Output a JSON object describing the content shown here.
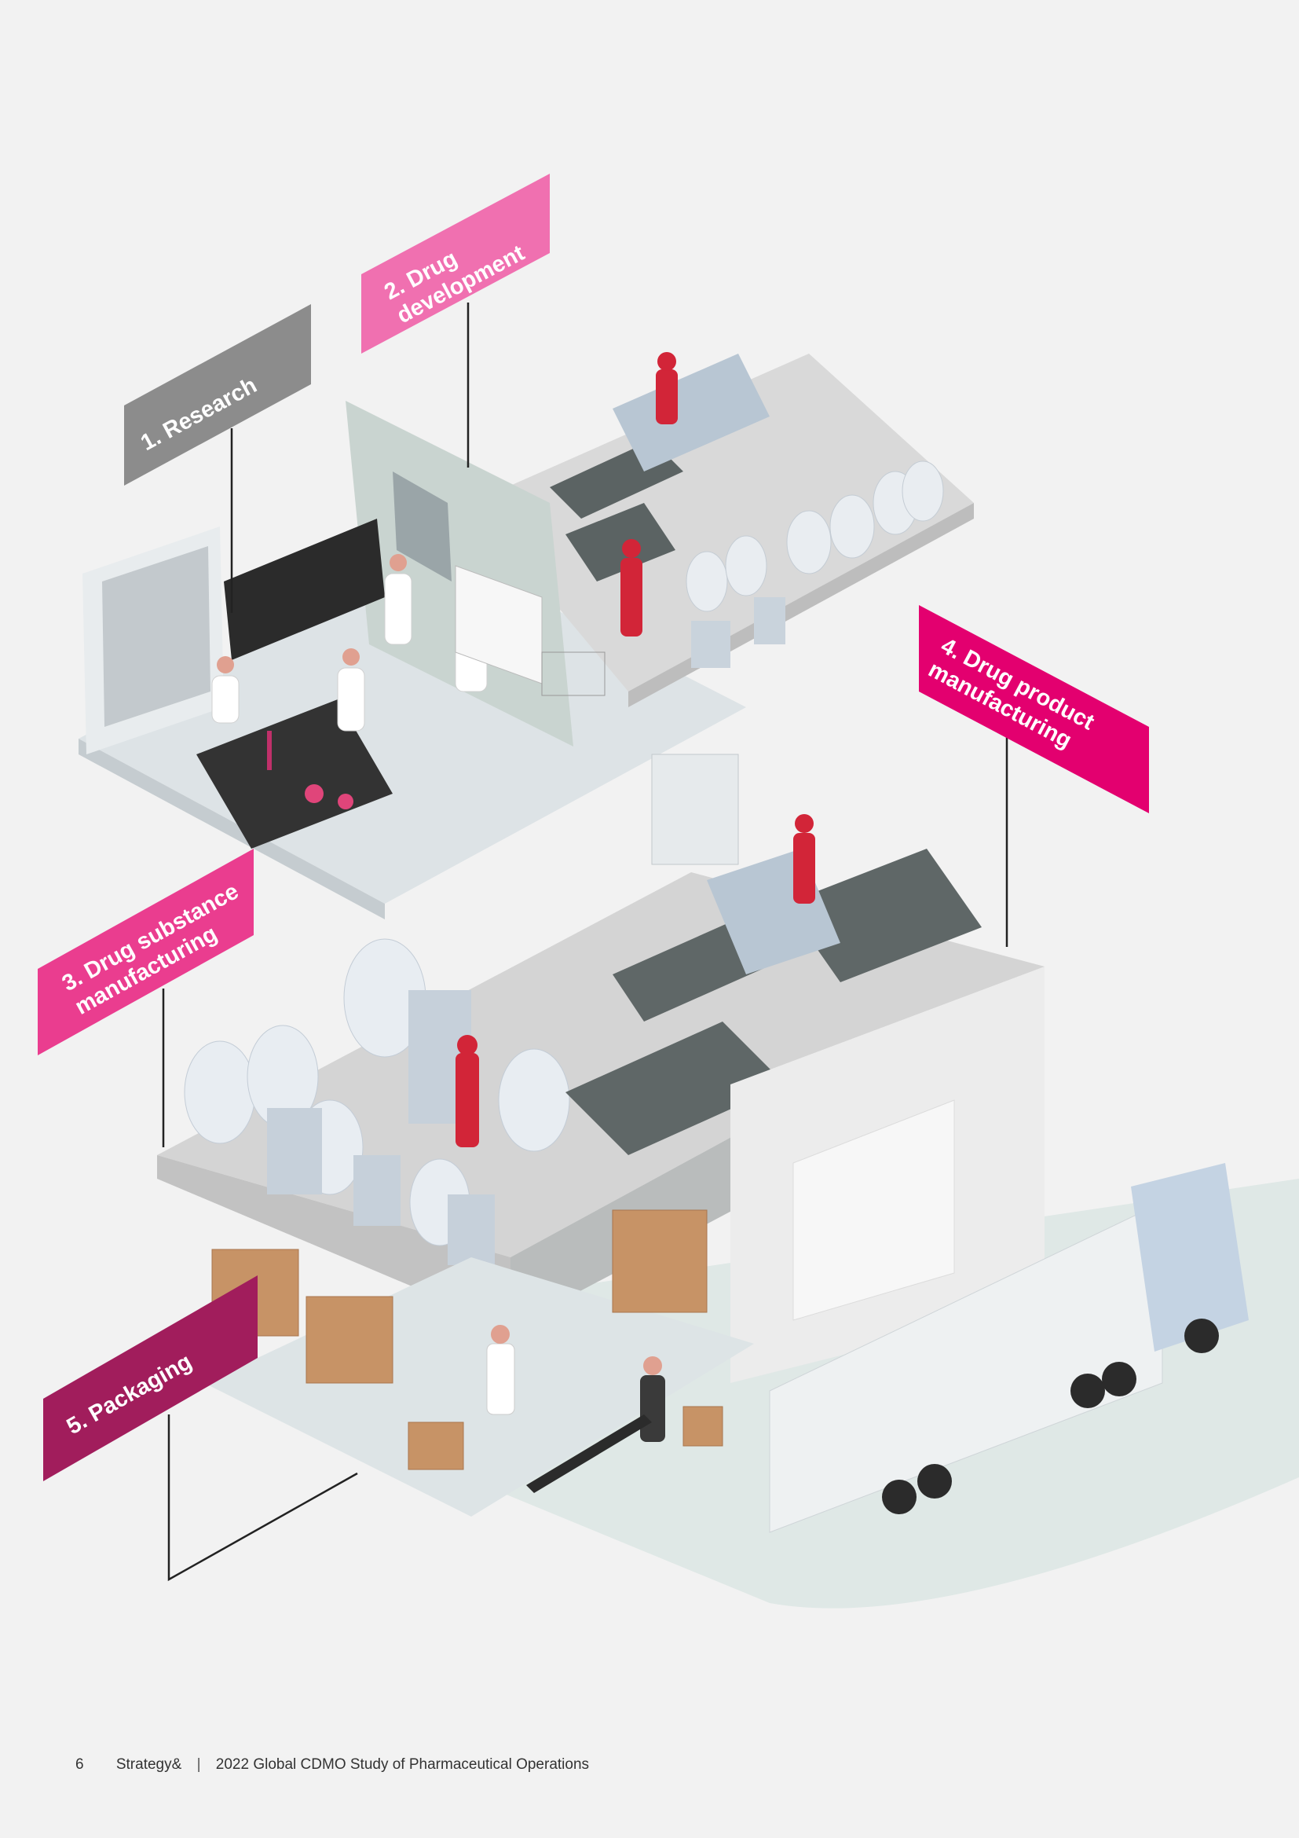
{
  "illustration": {
    "stages": [
      {
        "id": "research",
        "lines": [
          "1. Research"
        ],
        "color": "#8c8c8c"
      },
      {
        "id": "drug-development",
        "lines": [
          "2. Drug",
          "development"
        ],
        "color": "#f070b0"
      },
      {
        "id": "drug-substance",
        "lines": [
          "3. Drug substance",
          "manufacturing"
        ],
        "color": "#ea3d8f"
      },
      {
        "id": "drug-product",
        "lines": [
          "4. Drug product",
          "manufacturing"
        ],
        "color": "#e3006f"
      },
      {
        "id": "packaging",
        "lines": [
          "5. Packaging"
        ],
        "color": "#a11d5c"
      }
    ]
  },
  "footer": {
    "page_number": "6",
    "brand": "Strategy&",
    "separator": "|",
    "title": "2022 Global CDMO Study of Pharmaceutical Operations"
  }
}
